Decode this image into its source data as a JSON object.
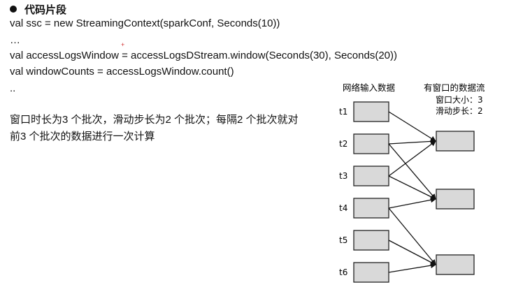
{
  "slide": {
    "heading": "代码片段",
    "code_lines": [
      "val ssc = new StreamingContext(sparkConf, Seconds(10))",
      "…",
      "val accessLogsWindow = accessLogsDStream.window(Seconds(30), Seconds(20))",
      "val windowCounts = accessLogsWindow.count()",
      ".."
    ],
    "paragraph_line1": "窗口时长为3 个批次，滑动步长为2 个批次；每隔2 个批次就对",
    "paragraph_line2": "前3 个批次的数据进行一次计算"
  },
  "diagram": {
    "input_title": "网络输入数据",
    "output_title": "有窗口的数据流",
    "window_size_label": "窗口大小：3",
    "slide_step_label": "滑动步长：2",
    "batches": [
      "t1",
      "t2",
      "t3",
      "t4",
      "t5",
      "t6"
    ],
    "windows": [
      {
        "from": [
          "t1",
          "t2",
          "t3"
        ]
      },
      {
        "from": [
          "t2",
          "t3",
          "t4"
        ]
      },
      {
        "from": [
          "t4",
          "t5",
          "t6"
        ]
      }
    ],
    "colors": {
      "box_fill": "#d9d9d9",
      "box_stroke": "#222222",
      "arrow": "#111111"
    }
  }
}
